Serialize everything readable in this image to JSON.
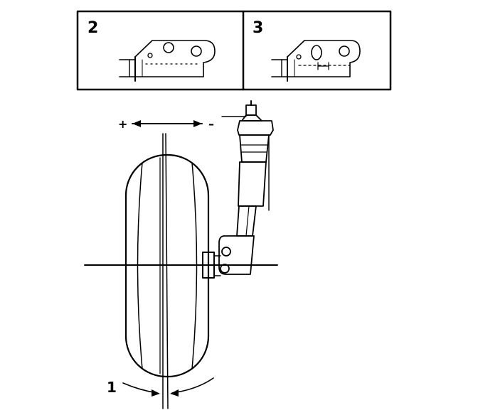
{
  "figure": {
    "inset_labels": [
      "2",
      "3"
    ],
    "callout_label": "1",
    "adjustment_signs": {
      "plus": "+",
      "minus": "–"
    }
  }
}
